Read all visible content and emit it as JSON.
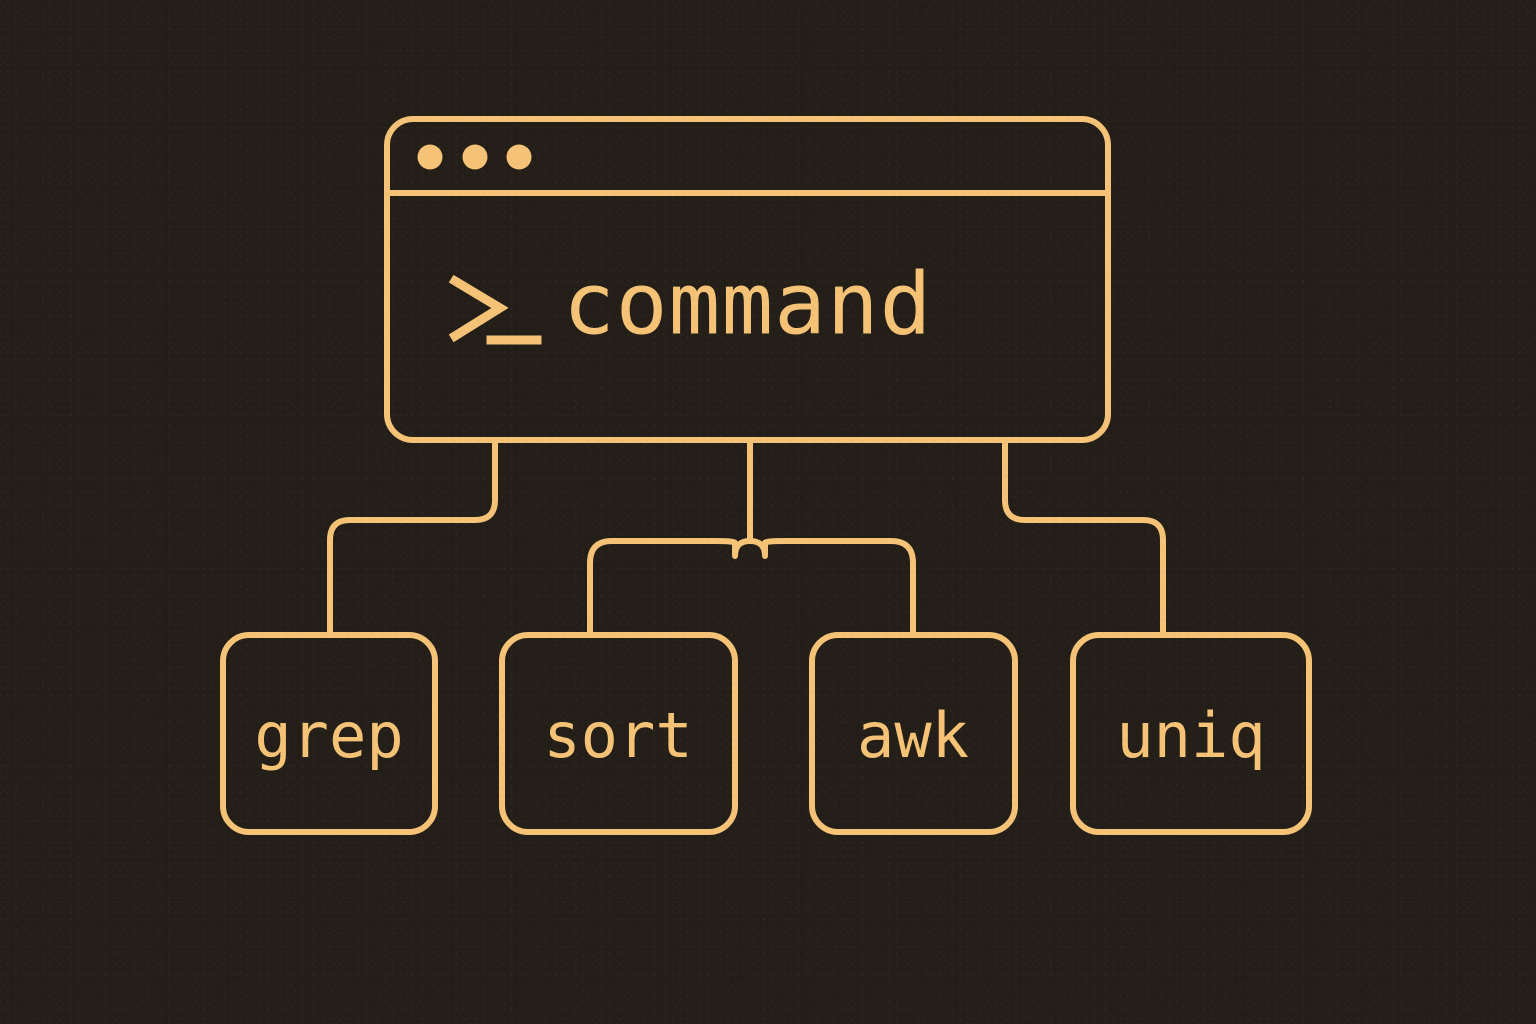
{
  "theme": {
    "background_color": "#231f18",
    "accent_color": "#f5c276"
  },
  "terminal": {
    "name": "terminal-window",
    "titlebar": {
      "dots": [
        {
          "name": "window-dot-close",
          "color": "#f5c276"
        },
        {
          "name": "window-dot-minimize",
          "color": "#f5c276"
        },
        {
          "name": "window-dot-maximize",
          "color": "#f5c276"
        }
      ]
    },
    "prompt_symbol": ">_",
    "command_text": "command"
  },
  "leaves": [
    {
      "id": "grep",
      "label": "grep"
    },
    {
      "id": "sort",
      "label": "sort"
    },
    {
      "id": "awk",
      "label": "awk"
    },
    {
      "id": "uniq",
      "label": "uniq"
    }
  ],
  "connectors": {
    "count": 4,
    "description": "orthogonal rounded elbow connectors from terminal bottom to each leaf node"
  }
}
